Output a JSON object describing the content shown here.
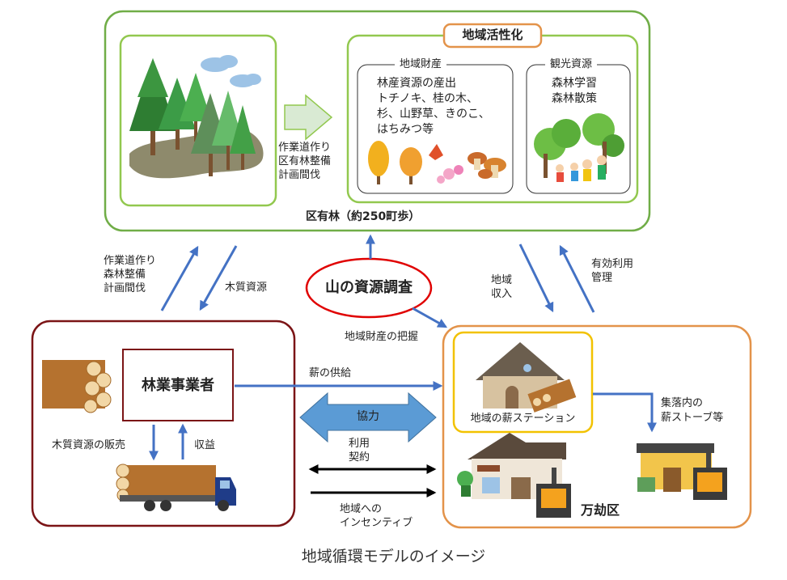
{
  "title": "地域循環モデルのイメージ",
  "forest": {
    "caption": "区有林（約250町歩）",
    "work_text": "作業道作り\n区有林整備\n計画間伐",
    "activation_label": "地域活性化",
    "local_assets": {
      "heading": "地域財産",
      "body": "林産資源の産出\nトチノキ、桂の木、\n杉、山野草、きのこ、\nはちみつ等"
    },
    "tourism": {
      "heading": "観光資源",
      "body": "森林学習\n森林散策"
    }
  },
  "forestry": {
    "label": "林業事業者",
    "sale_label": "木質資源の販売",
    "revenue_label": "収益"
  },
  "survey": {
    "label": "山の資源調査",
    "asset_note": "地域財産の把握"
  },
  "village": {
    "name": "万劫区",
    "station_label": "地域の薪ステーション",
    "stove_label": "集落内の\n薪ストーブ等"
  },
  "flows": {
    "left_up": "作業道作り\n森林整備\n計画間伐",
    "left_down": "木質資源",
    "right_down": "地域\n収入",
    "right_up": "有効利用\n管理",
    "firewood_supply": "薪の供給",
    "cooperation": "協力",
    "usage_contract": "利用\n契約",
    "incentive": "地域への\nインセンティブ"
  },
  "colors": {
    "green_frame": "#70AD47",
    "inner_green": "#92C84F",
    "dark_red": "#7B1416",
    "orange": "#E3934A",
    "gold": "#F2C200",
    "blue": "#4472C4",
    "survey_red": "#E00000"
  }
}
